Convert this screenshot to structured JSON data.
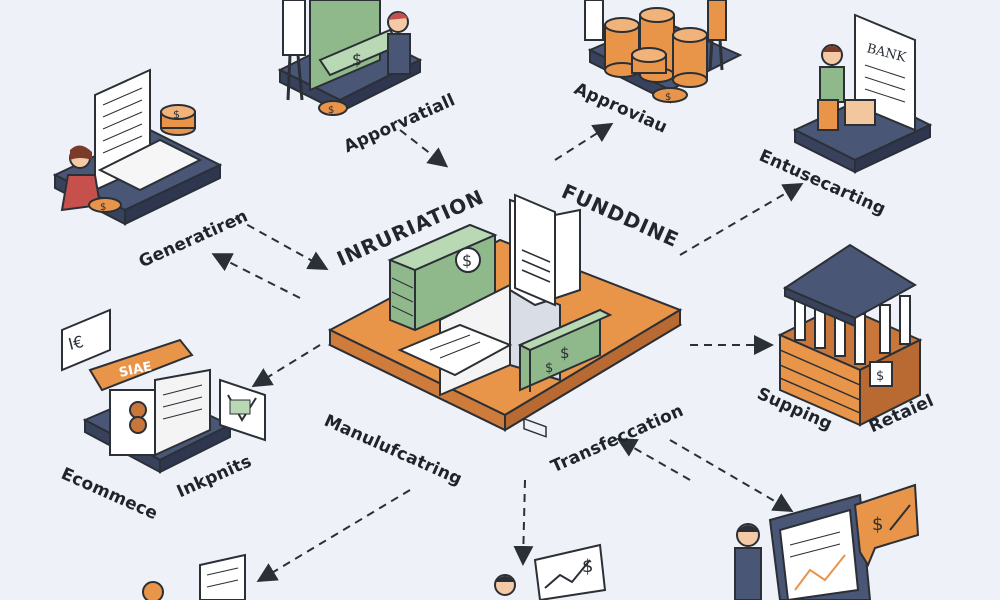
{
  "center": {
    "left_title": "INRURIATION",
    "right_title": "FUNDDINE",
    "platform_color": "#e8954a",
    "money_color": "#8fb98b"
  },
  "nodes": {
    "top_left_doc": {
      "label": "Generatiren"
    },
    "top_center": {
      "label": "Apporvatiall"
    },
    "top_right_coins": {
      "label": "Approviau"
    },
    "bank_office": {
      "label": "Entusecarting",
      "sign": "BANK"
    },
    "left_store": {
      "label": "Ecommece",
      "sign": "SIAE",
      "bubble": "I€"
    },
    "inputs": {
      "label": "Inkpnits"
    },
    "manufacturing": {
      "label": "Manulufcatring"
    },
    "transaction": {
      "label": "Transfeccation"
    },
    "bank_building": {
      "label": "Supping"
    },
    "retail": {
      "label": "Retaiel"
    },
    "bottom_chart": {
      "bubble": "$"
    },
    "bottom_right_laptop": {
      "bubble": "$"
    }
  },
  "palette": {
    "background": "#eef2f8",
    "outline": "#2b2f36",
    "orange": "#e8954a",
    "navy": "#4a5675",
    "green": "#8fb98b",
    "paper": "#ffffff"
  }
}
